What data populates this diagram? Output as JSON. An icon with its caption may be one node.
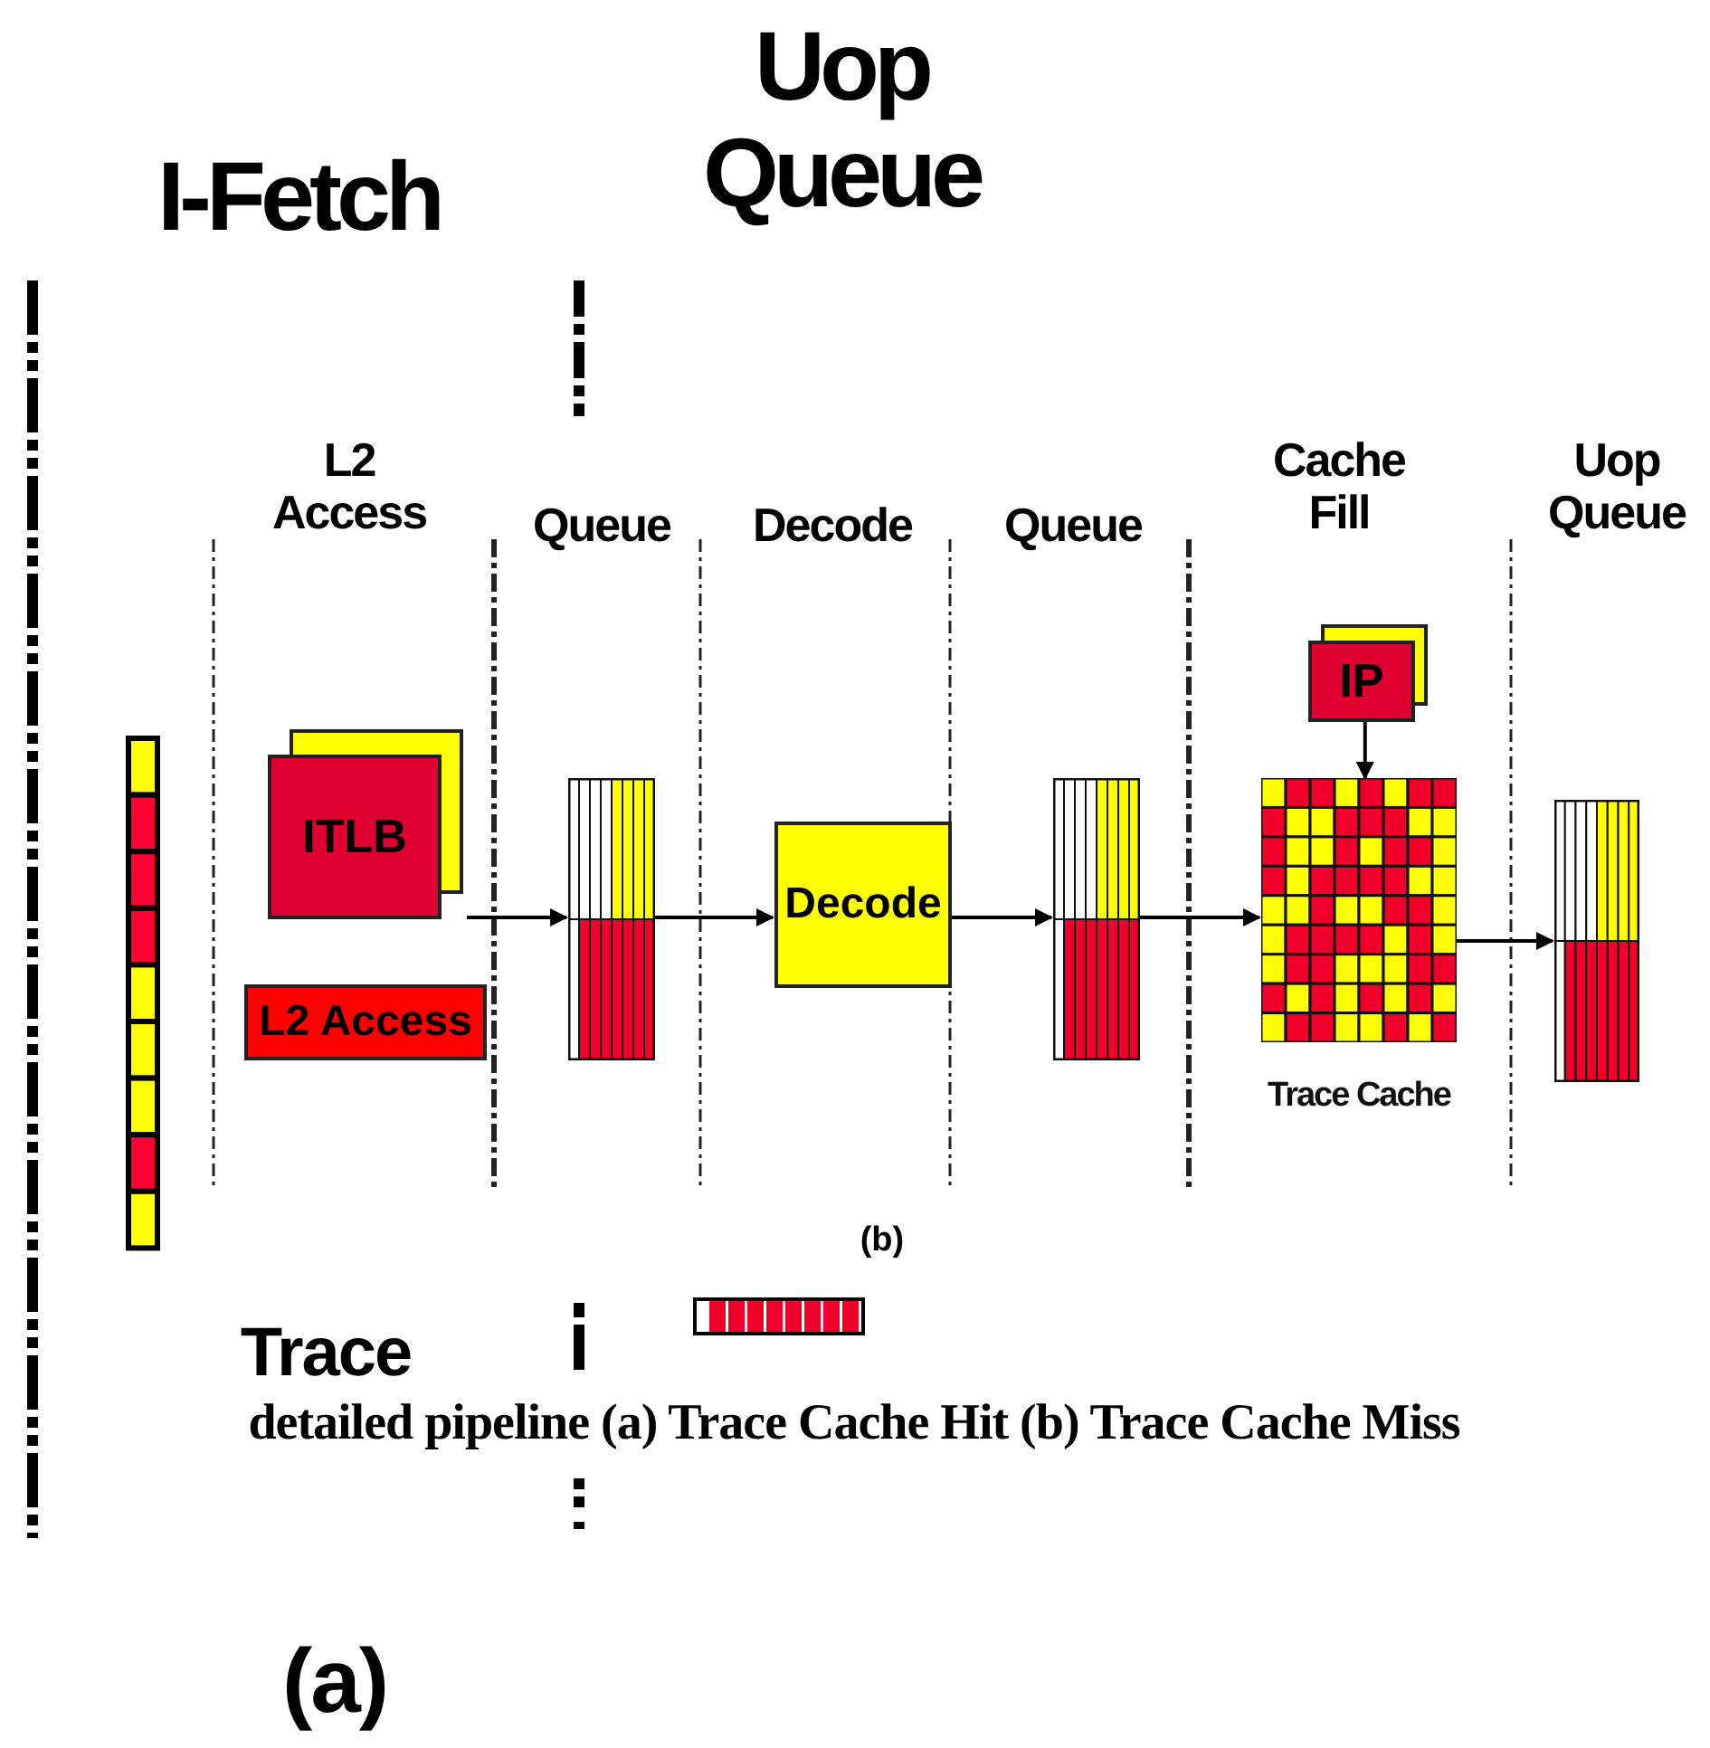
{
  "diagram": {
    "nodes": [
      {
        "text": [
          "ITLB"
        ]
      },
      {
        "text": [
          "L2 Access"
        ]
      },
      {
        "text": [],
        "shape": "bar"
      },
      {
        "text": [
          "Decode"
        ]
      },
      {
        "text": [],
        "shape": "bar"
      },
      {
        "text": [
          "IP"
        ]
      },
      {
        "text": [],
        "shape": "box",
        "beside": [
          "Trace Cache"
        ]
      },
      {
        "text": [],
        "shape": "bar"
      }
    ],
    "edges": [
      {
        "from": null,
        "to": 2,
        "arrow": "to"
      },
      {
        "from": 2,
        "to": 3,
        "arrow": "to"
      },
      {
        "from": 3,
        "to": 4,
        "arrow": "to"
      },
      {
        "from": 4,
        "to": 6,
        "arrow": "to"
      },
      {
        "from": 5,
        "to": 6,
        "arrow": "to"
      },
      {
        "from": 6,
        "to": 7,
        "arrow": "to"
      }
    ],
    "labels": [
      "I-Fetch",
      "Uop Queue",
      "L2 Access",
      "Queue",
      "Decode",
      "Queue",
      "Cache Fill",
      "Uop Queue",
      "(b)",
      "Trace",
      "detailed pipeline (a) Trace Cache Hit (b) Trace Cache Miss",
      "(a)"
    ]
  }
}
